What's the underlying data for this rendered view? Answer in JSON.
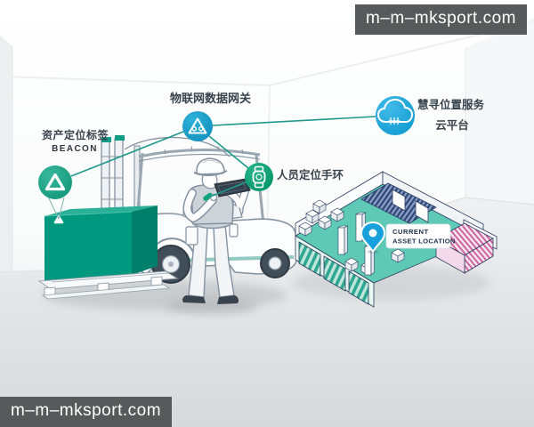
{
  "watermarks": {
    "top_right": "m–m–mksport.com",
    "bottom_left": "m–m–mksport.com"
  },
  "callouts": {
    "beacon": {
      "title": "资产定位标签",
      "subtitle": "BEACON",
      "icon": "rounded-triangle-beacon-icon"
    },
    "gateway": {
      "label": "物联网数据网关",
      "icon": "iot-gateway-icon"
    },
    "wristband": {
      "label": "人员定位手环",
      "icon": "smartwatch-icon"
    },
    "cloud": {
      "label_line1": "慧寻位置服务",
      "label_line2": "云平台",
      "icon": "cloud-icon"
    }
  },
  "map": {
    "label_line1": "CURRENT",
    "label_line2": "ASSET LOCATION",
    "pin_icon": "map-pin-icon"
  },
  "colors": {
    "connector_line": "#1d9a8b",
    "beacon_circle": "#1ca287",
    "gateway_circle": "#119bc8",
    "wristband_circle": "#0aa578",
    "cloud_circle": "#16a6df",
    "crate_teal": "#00997f",
    "map_floor_teal": "#5ecab6",
    "map_navy_hatch": "#31497c",
    "map_pink_hatch": "#cc5f9f",
    "watermark_bg": "#58595b",
    "watermark_text": "#ffffff",
    "label_text": "#39434d"
  }
}
